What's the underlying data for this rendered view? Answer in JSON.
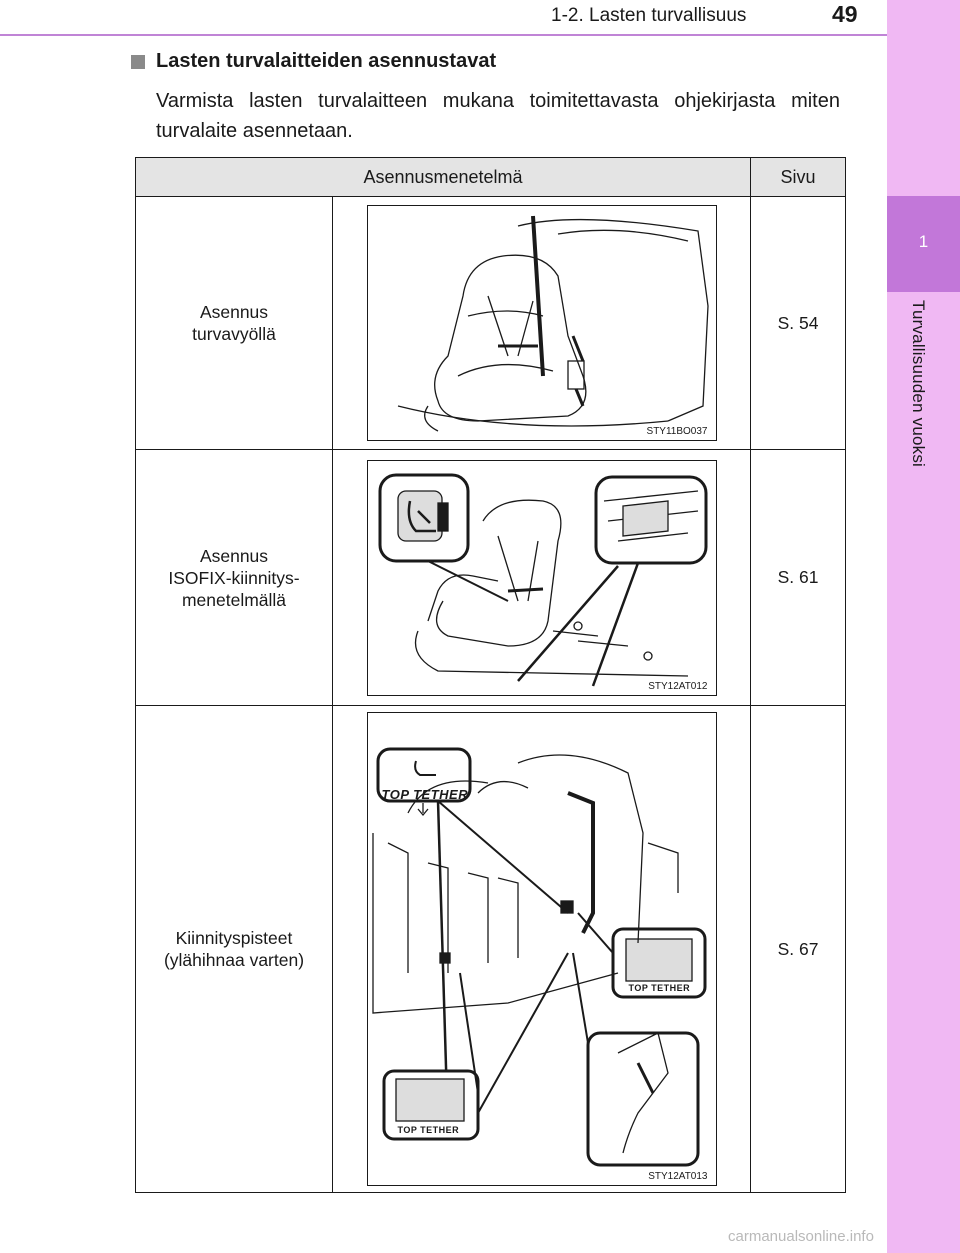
{
  "header": {
    "section": "1-2. Lasten turvallisuus",
    "page_number": "49"
  },
  "sidebar": {
    "chapter_number": "1",
    "chapter_title": "Turvallisuuden vuoksi"
  },
  "heading": "Lasten turvalaitteiden asennustavat",
  "intro": "Varmista lasten turvalaitteen mukana toimitettavasta ohjekirjasta miten turvalaite asennetaan.",
  "table": {
    "headers": {
      "method": "Asennusmenetelmä",
      "page": "Sivu"
    },
    "rows": [
      {
        "method_line1": "Asennus",
        "method_line2": "turvavyöllä",
        "method_line3": "",
        "figure_code": "STY11BO037",
        "page": "S. 54"
      },
      {
        "method_line1": "Asennus",
        "method_line2": "ISOFIX-kiinnitys-",
        "method_line3": "menetelmällä",
        "figure_code": "STY12AT012",
        "page": "S. 61"
      },
      {
        "method_line1": "Kiinnityspisteet",
        "method_line2": "(ylähihnaa varten)",
        "method_line3": "",
        "figure_code": "STY12AT013",
        "page": "S. 67"
      }
    ]
  },
  "tether_label": "TOP TETHER",
  "watermark": "carmanualsonline.info"
}
